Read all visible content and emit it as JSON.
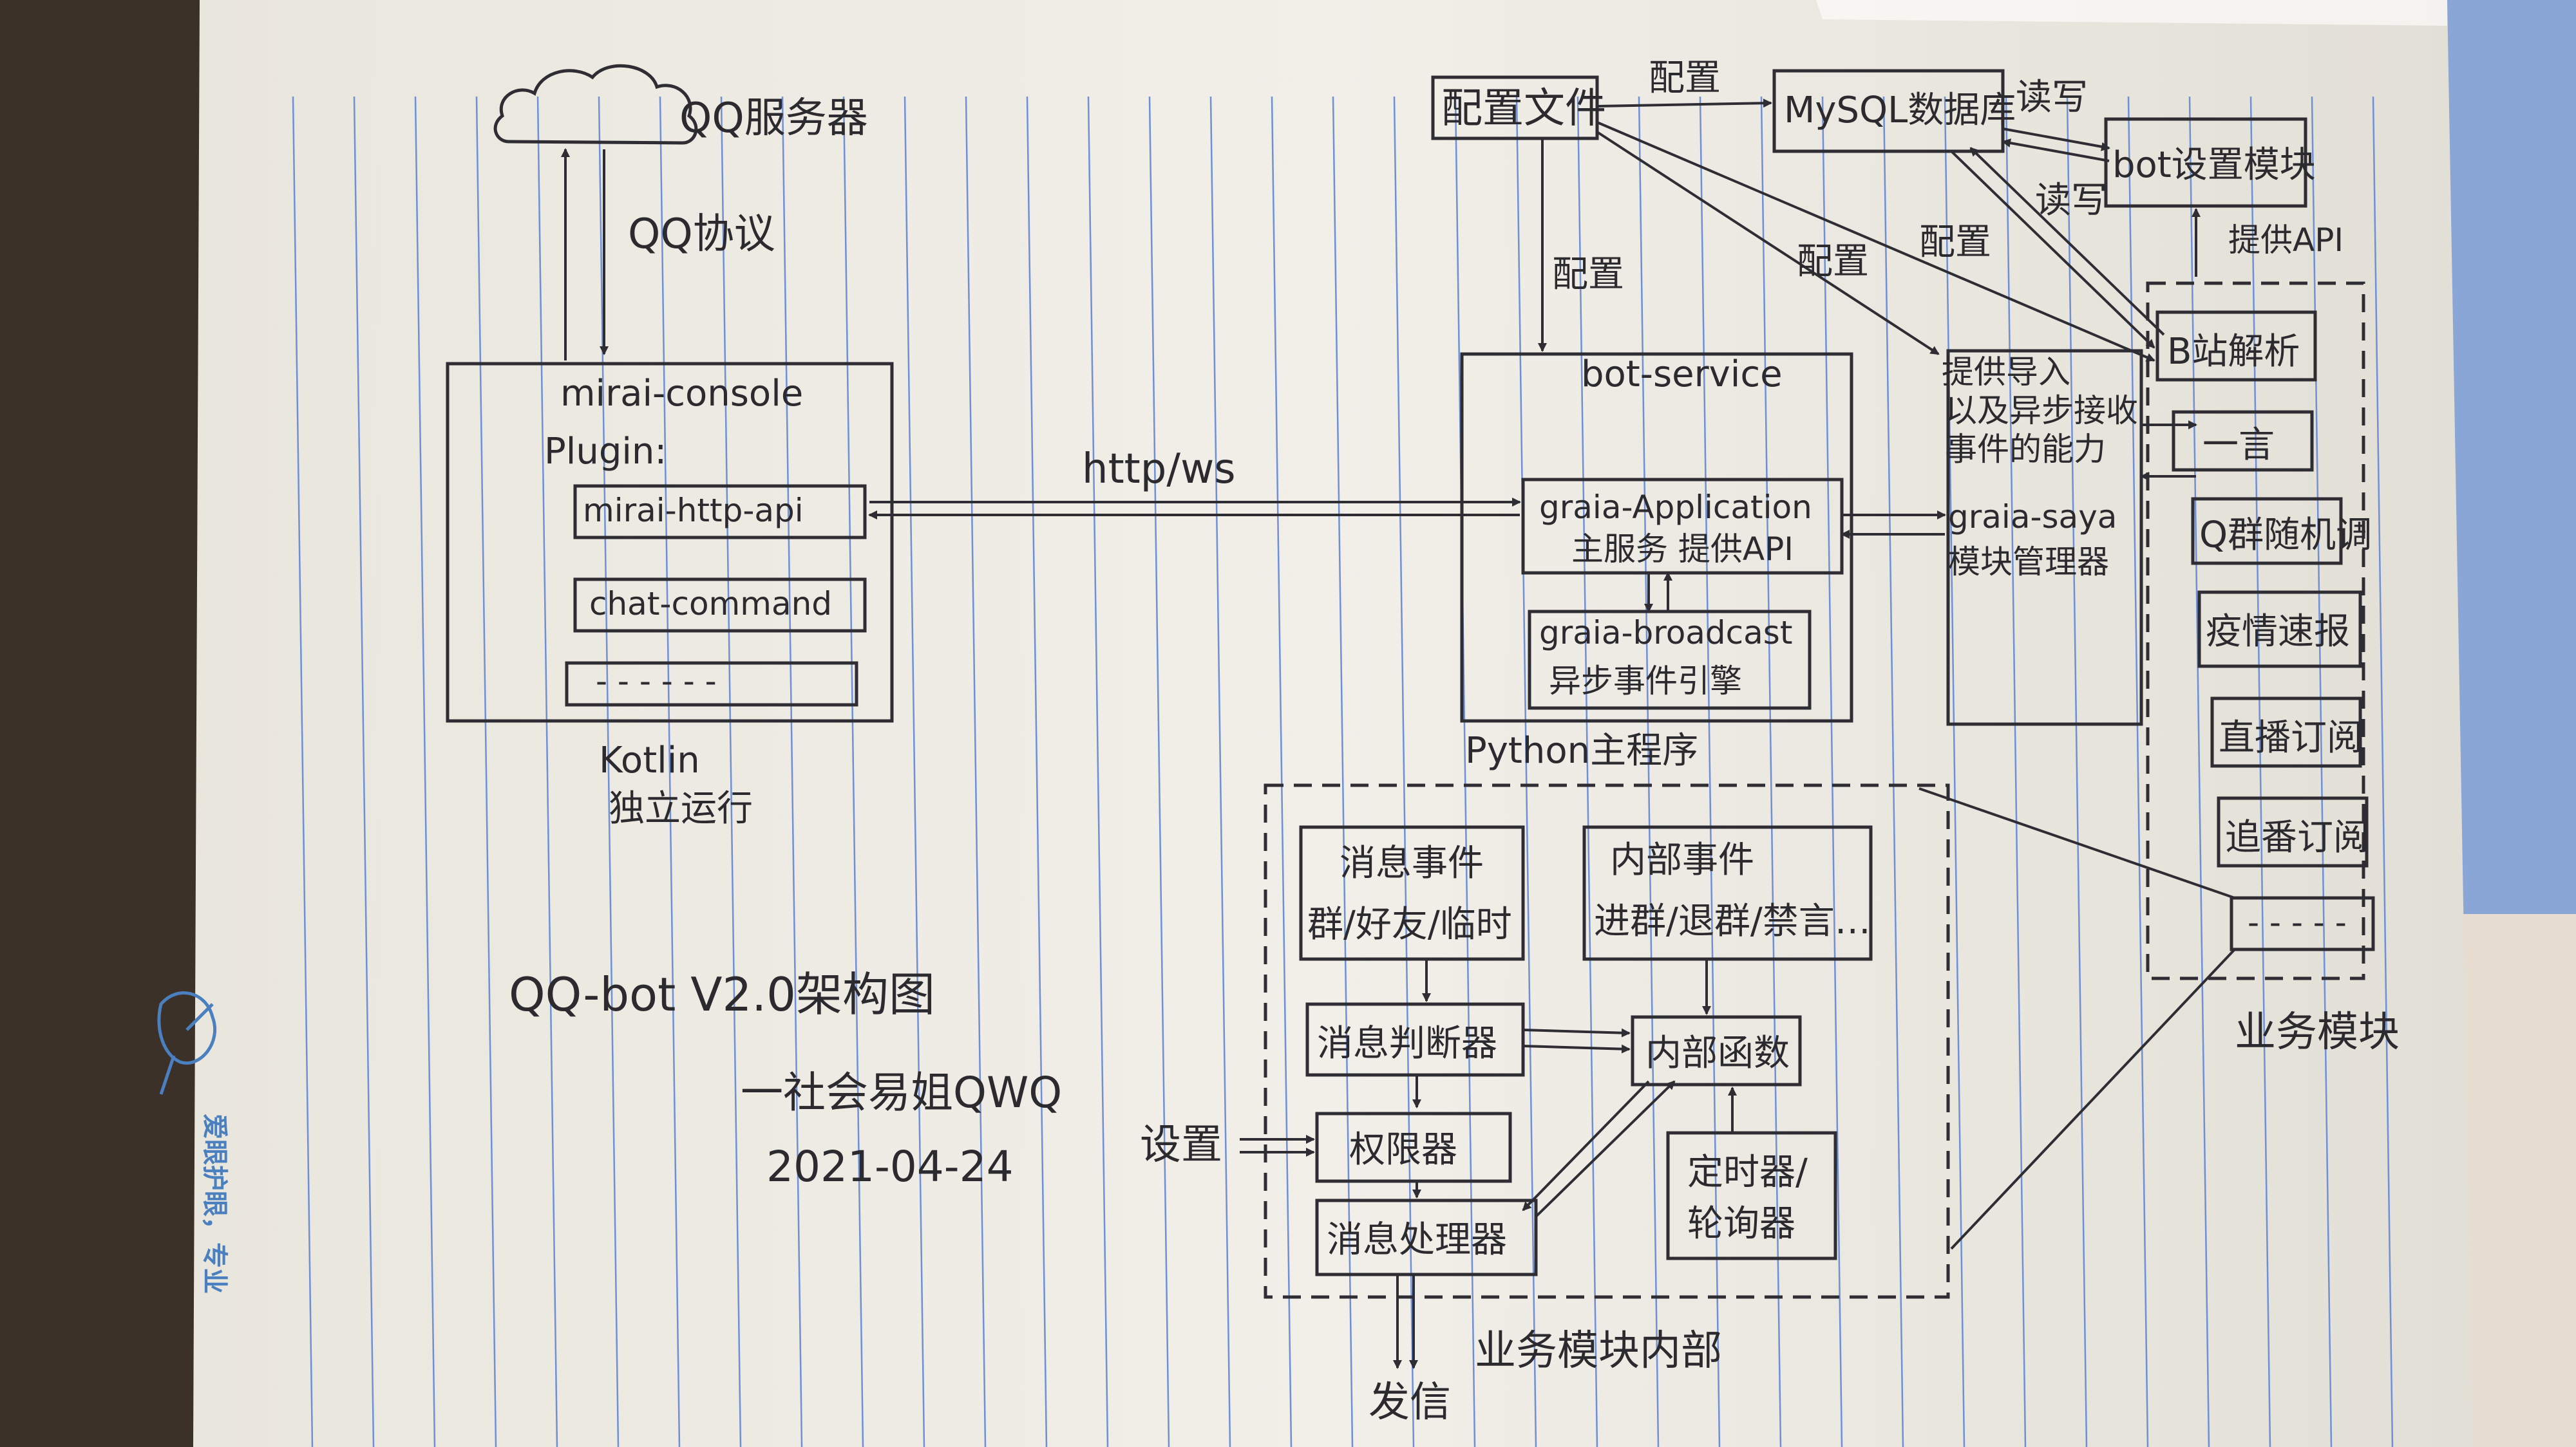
{
  "diagram": {
    "title": "QQ-bot V2.0架构图",
    "author": "一社会易姐QWQ",
    "date": "2021-04-24",
    "notebook_margin_text": "爱眼护眼，专业",
    "nodes": {
      "qq_server": "QQ服务器",
      "qq_protocol": "QQ协议",
      "mirai_console": "mirai-console",
      "plugin": "Plugin:",
      "mirai_http_api": "mirai-http-api",
      "chat_command": "chat-command",
      "plugin_more": "- - - - - -",
      "kotlin": "Kotlin",
      "standalone": "独立运行",
      "config_file": "配置文件",
      "mysql": "MySQL数据库",
      "bot_settings": "bot设置模块",
      "bot_service": "bot-service",
      "graia_application": "graia-Application",
      "graia_application_desc": "主服务 提供API",
      "graia_broadcast": "graia-broadcast",
      "graia_broadcast_desc": "异步事件引擎",
      "python_main": "Python主程序",
      "saya_provides": "提供导入",
      "saya_provides2": "以及异步接收",
      "saya_provides3": "事件的能力",
      "graia_saya": "graia-saya",
      "graia_saya_desc": "模块管理器",
      "bilibili_parse": "B站解析",
      "yiyan": "一言",
      "q_random": "Q群随机调",
      "epidemic": "疫情速报",
      "live_sub": "直播订阅",
      "bangumi_sub": "追番订阅",
      "biz_more": "- - - - -",
      "biz_modules": "业务模块",
      "msg_events": "消息事件",
      "msg_events_desc": "群/好友/临时",
      "internal_events": "内部事件",
      "internal_events_desc": "进群/退群/禁言…",
      "msg_judge": "消息判断器",
      "internal_func": "内部函数",
      "permission": "权限器",
      "settings_in": "设置",
      "timer": "定时器/",
      "poller": "轮询器",
      "msg_processor": "消息处理器",
      "send": "发信",
      "biz_internal": "业务模块内部"
    },
    "edge_labels": {
      "http_ws": "http/ws",
      "config_top": "配置",
      "readwrite_top": "读写",
      "config_down": "配置",
      "config_diag1": "配置",
      "config_diag2": "配置",
      "readwrite_diag": "读写",
      "provide_api": "提供API"
    }
  }
}
